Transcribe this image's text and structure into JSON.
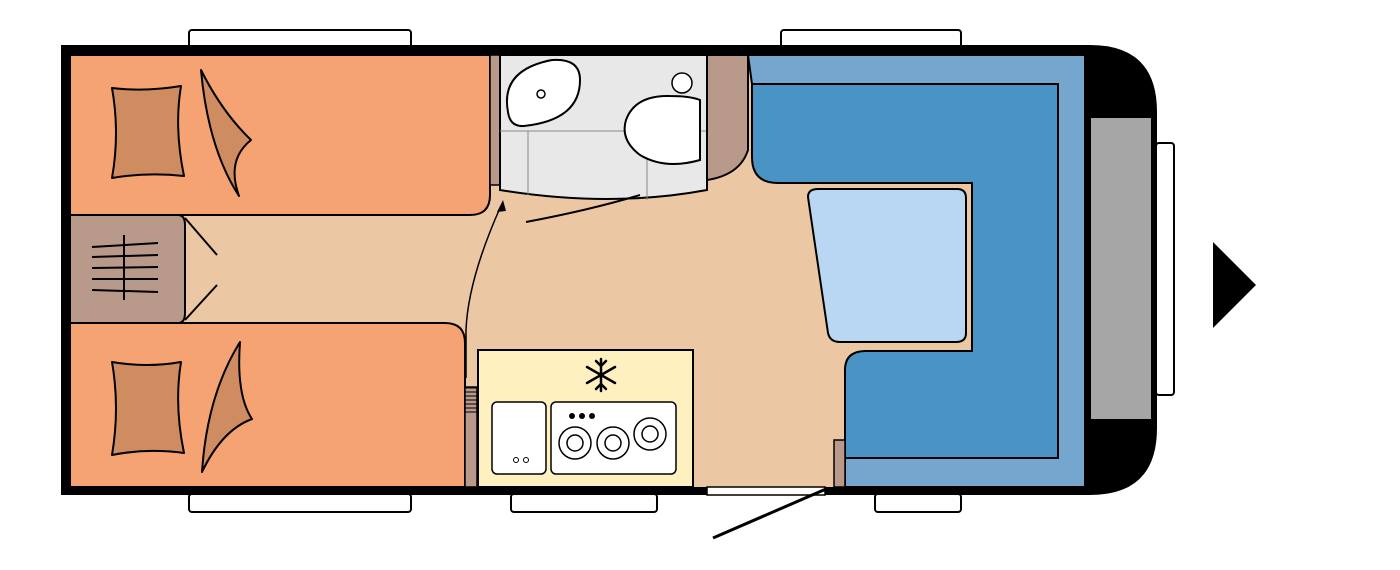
{
  "diagram": {
    "type": "caravan-floor-plan",
    "direction": "front-right",
    "zones": [
      {
        "id": "bed-top",
        "kind": "single-bed",
        "icon": "pillow-icon"
      },
      {
        "id": "bed-bottom",
        "kind": "single-bed",
        "icon": "pillow-icon"
      },
      {
        "id": "wardrobe-shelf",
        "kind": "storage",
        "icon": "shelf-icon"
      },
      {
        "id": "bathroom",
        "kind": "washroom",
        "icon": "toilet-icon"
      },
      {
        "id": "kitchen",
        "kind": "kitchen",
        "icon": "snowflake-icon"
      },
      {
        "id": "seating",
        "kind": "u-shaped-seating"
      },
      {
        "id": "table",
        "kind": "table"
      },
      {
        "id": "entrance-door",
        "kind": "door"
      }
    ],
    "colors": {
      "bed": "#F5A372",
      "pillow": "#CF8C60",
      "floor": "#EBC7A3",
      "storage": "#B8998A",
      "bath": "#E8E8E8",
      "kitchen": "#FFF0BF",
      "seat": "#4A94C5",
      "seat_back": "#74A6CE",
      "table": "#B9D7F2",
      "drawbar": "#A6A6A6",
      "outline": "#000000"
    }
  }
}
